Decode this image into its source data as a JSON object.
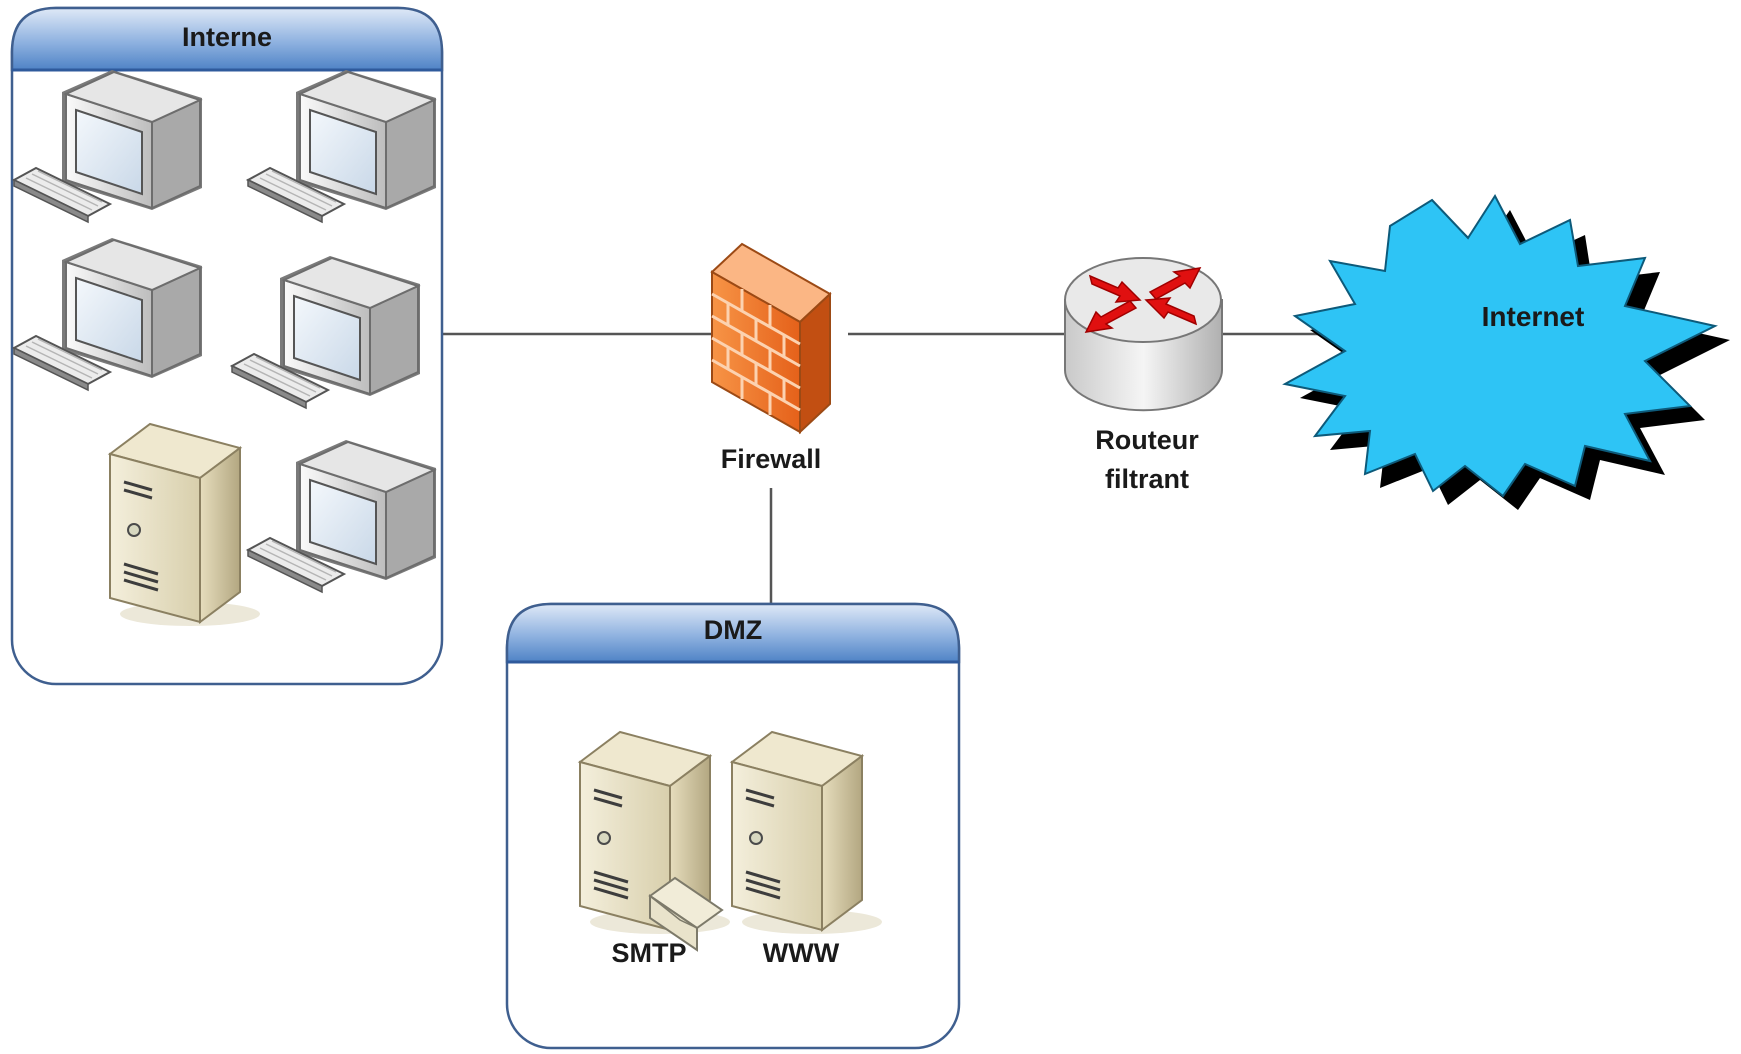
{
  "zones": {
    "internal": {
      "title": "Interne"
    },
    "dmz": {
      "title": "DMZ"
    }
  },
  "devices": {
    "firewall": {
      "label": "Firewall"
    },
    "router": {
      "label_line1": "Routeur",
      "label_line2": "filtrant"
    },
    "internet": {
      "label": "Internet"
    },
    "smtp_server": {
      "label": "SMTP"
    },
    "www_server": {
      "label": "WWW"
    }
  },
  "colors": {
    "zone_header": "#5b8fcf",
    "zone_border": "#3f5f8f",
    "firewall": "#f07a2a",
    "internet_cloud": "#2ec4f5",
    "router_arrows": "#e01010",
    "link_line": "#555555"
  },
  "icons": {
    "workstation": "workstation-icon",
    "server": "server-icon",
    "firewall": "firewall-icon",
    "router": "router-icon",
    "cloud": "internet-cloud-icon",
    "mail": "envelope-icon"
  }
}
